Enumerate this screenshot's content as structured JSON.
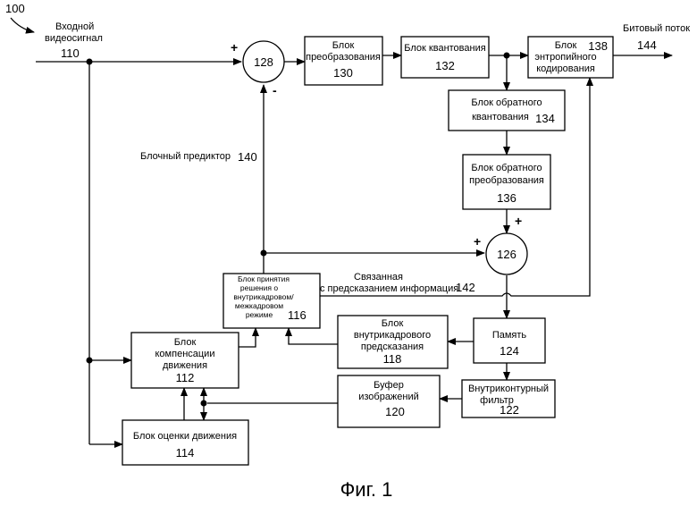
{
  "figure": {
    "ref": "100",
    "caption": "Фиг. 1"
  },
  "input": {
    "label1": "Входной",
    "label2": "видеосигнал",
    "num": "110"
  },
  "output": {
    "label": "Битовый поток",
    "num": "144"
  },
  "predictor": {
    "label": "Блочный предиктор",
    "num": "140"
  },
  "side_info": {
    "label1": "Связанная",
    "label2": "с предсказанием информация",
    "num": "142"
  },
  "adder128": {
    "num": "128",
    "plus": "+",
    "minus": "-"
  },
  "adder126": {
    "num": "126",
    "plus_left": "+",
    "plus_top": "+"
  },
  "blocks": {
    "transform": {
      "l1": "Блок",
      "l2": "преобразования",
      "num": "130"
    },
    "quant": {
      "l1": "Блок квантования",
      "num": "132"
    },
    "entropy": {
      "l1": "Блок",
      "l2": "энтропийного",
      "l3": "кодирования",
      "num": "138"
    },
    "invquant": {
      "l1": "Блок обратного",
      "l2": "квантования",
      "num": "134"
    },
    "invtrans": {
      "l1": "Блок обратного",
      "l2": "преобразования",
      "num": "136"
    },
    "mode": {
      "l1": "Блок принятия",
      "l2": "решения о",
      "l3": "внутрикадровом/",
      "l4": "межкадровом",
      "l5": "режиме",
      "num": "116"
    },
    "intra": {
      "l1": "Блок",
      "l2": "внутрикадрового",
      "l3": "предсказания",
      "num": "118"
    },
    "memory": {
      "l1": "Память",
      "num": "124"
    },
    "mc": {
      "l1": "Блок",
      "l2": "компенсации",
      "l3": "движения",
      "num": "112"
    },
    "me": {
      "l1": "Блок оценки движения",
      "num": "114"
    },
    "buffer": {
      "l1": "Буфер",
      "l2": "изображений",
      "num": "120"
    },
    "loop": {
      "l1": "Внутриконтурный",
      "l2": "фильтр",
      "num": "122"
    }
  }
}
